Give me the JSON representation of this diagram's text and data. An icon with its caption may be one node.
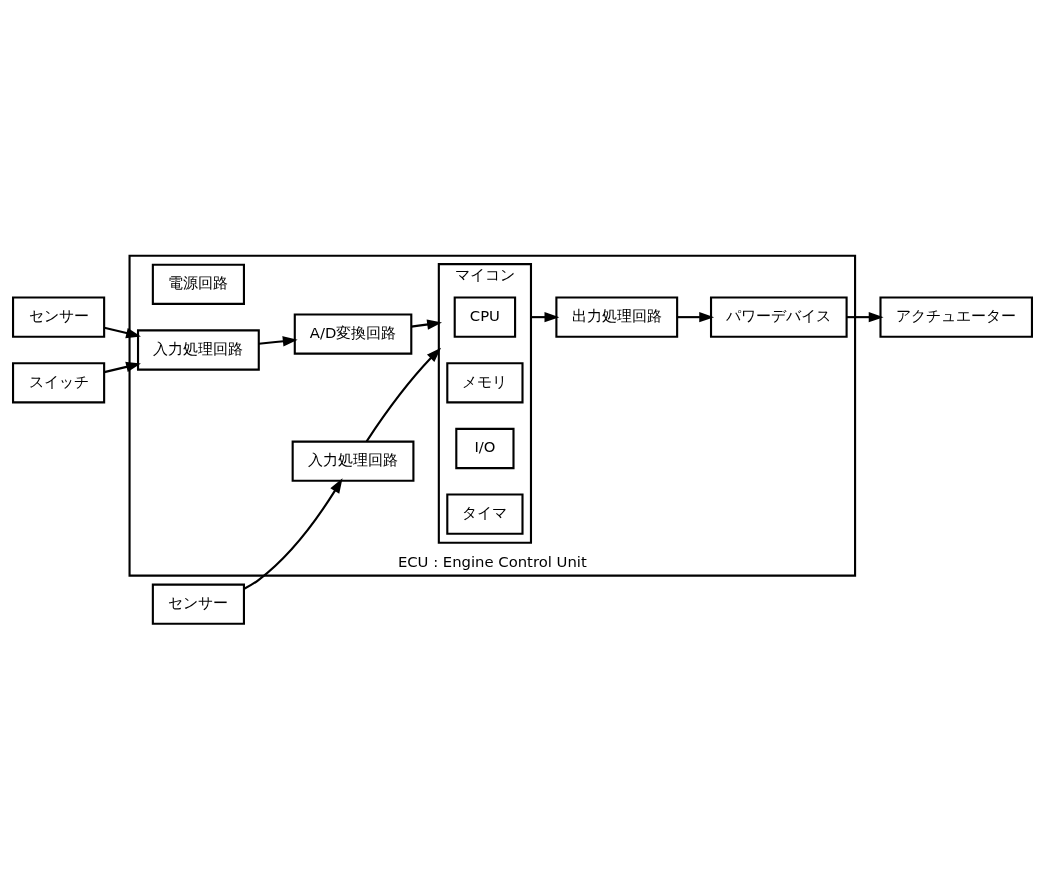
{
  "diagram": {
    "nodes": [
      {
        "text": [
          "センサー"
        ]
      },
      {
        "text": [
          "スイッチ"
        ]
      },
      {
        "text": [
          "センサー"
        ]
      },
      {
        "text": [
          "ECU : Engine Control Unit"
        ]
      },
      {
        "text": [
          "電源回路"
        ],
        "in": 3
      },
      {
        "text": [
          "入力処理回路"
        ],
        "in": 3
      },
      {
        "text": [
          "A/D変換回路"
        ],
        "in": 3
      },
      {
        "text": [
          "マイコン"
        ],
        "in": 3
      },
      {
        "text": [
          "CPU"
        ],
        "in": 7
      },
      {
        "text": [
          "メモリ"
        ],
        "in": 7
      },
      {
        "text": [
          "I/O"
        ],
        "in": 7
      },
      {
        "text": [
          "タイマ"
        ],
        "in": 7
      },
      {
        "text": [
          "入力処理回路"
        ],
        "in": 3
      },
      {
        "text": [
          "出力処理回路"
        ],
        "in": 3
      },
      {
        "text": [
          "パワーデバイス"
        ],
        "in": 3
      },
      {
        "text": [
          "アクチュエーター"
        ]
      }
    ],
    "edges": [
      {
        "from": 0,
        "to": 5,
        "arrow": "to"
      },
      {
        "from": 1,
        "to": 5,
        "arrow": "to"
      },
      {
        "from": 5,
        "to": 6,
        "arrow": "to"
      },
      {
        "from": 6,
        "to": 7,
        "arrow": "to"
      },
      {
        "from": 2,
        "to": 12,
        "arrow": "to"
      },
      {
        "from": 12,
        "to": 7,
        "arrow": "to"
      },
      {
        "from": 7,
        "to": 13,
        "arrow": "to"
      },
      {
        "from": 13,
        "to": 14,
        "arrow": "to"
      },
      {
        "from": 14,
        "to": 15,
        "arrow": "to"
      }
    ]
  }
}
